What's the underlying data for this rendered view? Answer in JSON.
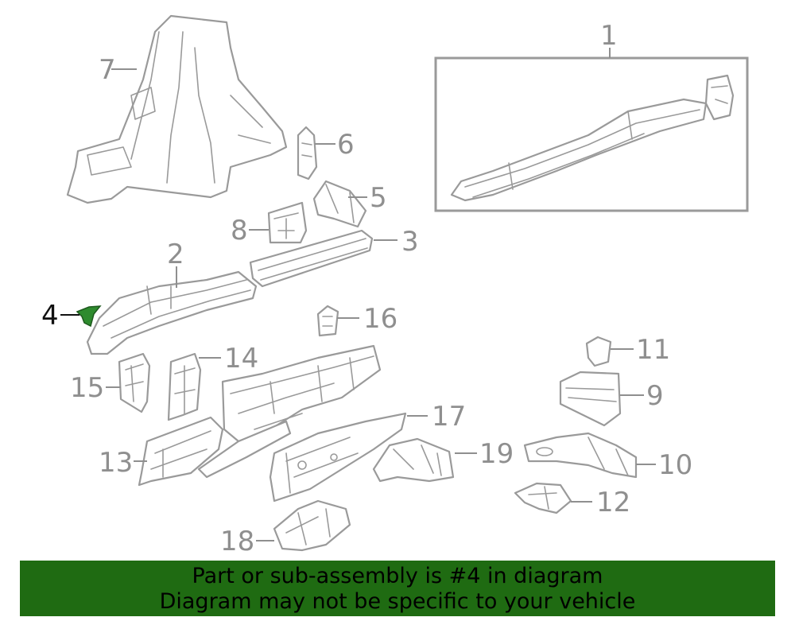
{
  "diagram": {
    "callouts": {
      "c1": "1",
      "c2": "2",
      "c3": "3",
      "c4": "4",
      "c5": "5",
      "c6": "6",
      "c7": "7",
      "c8": "8",
      "c9": "9",
      "c10": "10",
      "c11": "11",
      "c12": "12",
      "c13": "13",
      "c14": "14",
      "c15": "15",
      "c16": "16",
      "c17": "17",
      "c18": "18",
      "c19": "19"
    },
    "highlighted_part": "4",
    "colors": {
      "line_art": "#9a9a9a",
      "highlight": "#2e8b2e",
      "banner": "#1f6b12"
    }
  },
  "banner": {
    "line1": "Part or sub-assembly is #4 in diagram",
    "line2": "Diagram may not be specific to your vehicle"
  }
}
